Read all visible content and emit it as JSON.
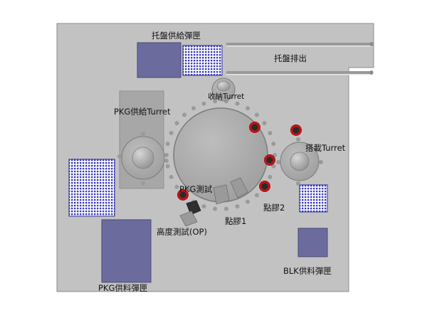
{
  "labels": {
    "tray_supply_magazine": "托盤供給彈匣",
    "tray_discharge": "托盤排出",
    "storage_turret": "收納Turret",
    "pkg_supply_turret": "PKG供給Turret",
    "mount_turret": "搭載Turret",
    "pkg_test": "PKG測試",
    "dispense_1": "點膠1",
    "dispense_2": "點膠2",
    "height_test": "高度測試(OP)",
    "pkg_supply_magazine": "PKG供料彈匣",
    "blk_supply_magazine": "BLK供料彈匣"
  },
  "colors": {
    "background": "#ffffff",
    "base_plate": "#c2c2c2",
    "turret_fill": "#a9a9a9",
    "magazine": "#6b6b9e",
    "grid_tray": "#3b3bbd",
    "red_ring": "#d8141a",
    "rail": "#9a9a9a"
  }
}
